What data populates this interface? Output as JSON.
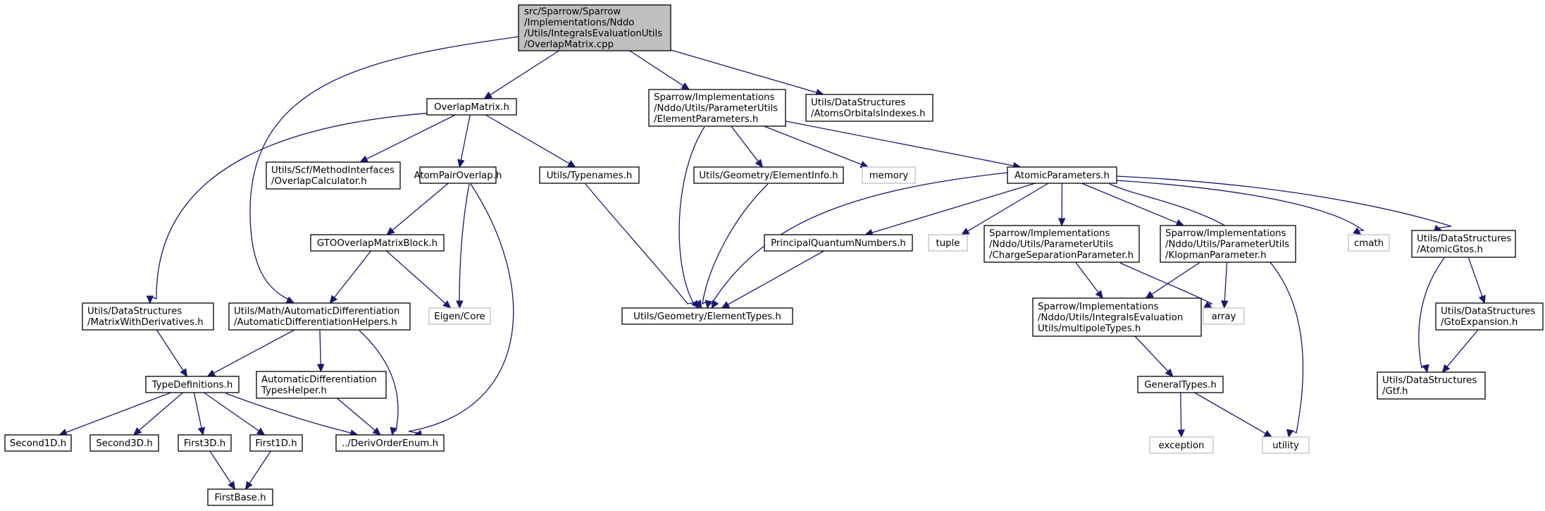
{
  "graph": {
    "colors": {
      "edge": "#191970",
      "root_fill": "#bfbfbf",
      "node_fill": "#ffffff",
      "node_border": "#000000",
      "system_border": "#bfbfbf"
    },
    "nodes": [
      {
        "id": "root",
        "kind": "root",
        "lines": [
          "src/Sparrow/Sparrow",
          "/Implementations/Nddo",
          "/Utils/IntegralsEvaluationUtils",
          "/OverlapMatrix.cpp"
        ]
      },
      {
        "id": "overlapmatrix_h",
        "kind": "normal",
        "lines": [
          "OverlapMatrix.h"
        ]
      },
      {
        "id": "elementparameters_h",
        "kind": "normal",
        "lines": [
          "Sparrow/Implementations",
          "/Nddo/Utils/ParameterUtils",
          "/ElementParameters.h"
        ]
      },
      {
        "id": "atomsorbitalsindexes_h",
        "kind": "normal",
        "lines": [
          "Utils/DataStructures",
          "/AtomsOrbitalsIndexes.h"
        ]
      },
      {
        "id": "overlapcalculator_h",
        "kind": "normal",
        "lines": [
          "Utils/Scf/MethodInterfaces",
          "/OverlapCalculator.h"
        ]
      },
      {
        "id": "atompairoverlap_h",
        "kind": "normal",
        "lines": [
          "AtomPairOverlap.h"
        ]
      },
      {
        "id": "utils_typenames_h",
        "kind": "normal",
        "lines": [
          "Utils/Typenames.h"
        ]
      },
      {
        "id": "elementinfo_h",
        "kind": "normal",
        "lines": [
          "Utils/Geometry/ElementInfo.h"
        ]
      },
      {
        "id": "memory",
        "kind": "system",
        "lines": [
          "memory"
        ]
      },
      {
        "id": "atomicparameters_h",
        "kind": "normal",
        "lines": [
          "AtomicParameters.h"
        ]
      },
      {
        "id": "gtooverlapmatrixblock_h",
        "kind": "normal",
        "lines": [
          "GTOOverlapMatrixBlock.h"
        ]
      },
      {
        "id": "principalquantumnumbers_h",
        "kind": "normal",
        "lines": [
          "PrincipalQuantumNumbers.h"
        ]
      },
      {
        "id": "tuple",
        "kind": "system",
        "lines": [
          "tuple"
        ]
      },
      {
        "id": "chargeseparationparameter_h",
        "kind": "normal",
        "lines": [
          "Sparrow/Implementations",
          "/Nddo/Utils/ParameterUtils",
          "/ChargeSeparationParameter.h"
        ]
      },
      {
        "id": "klopmanparameter_h",
        "kind": "normal",
        "lines": [
          "Sparrow/Implementations",
          "/Nddo/Utils/ParameterUtils",
          "/KlopmanParameter.h"
        ]
      },
      {
        "id": "cmath",
        "kind": "system",
        "lines": [
          "cmath"
        ]
      },
      {
        "id": "atomicgtos_h",
        "kind": "normal",
        "lines": [
          "Utils/DataStructures",
          "/AtomicGtos.h"
        ]
      },
      {
        "id": "matrixwithderivatives_h",
        "kind": "normal",
        "lines": [
          "Utils/DataStructures",
          "/MatrixWithDerivatives.h"
        ]
      },
      {
        "id": "autodiffhelpers_h",
        "kind": "normal",
        "lines": [
          "Utils/Math/AutomaticDifferentiation",
          "/AutomaticDifferentiationHelpers.h"
        ]
      },
      {
        "id": "eigen_core",
        "kind": "system",
        "lines": [
          "Eigen/Core"
        ]
      },
      {
        "id": "elementtypes_h",
        "kind": "normal",
        "lines": [
          "Utils/Geometry/ElementTypes.h"
        ]
      },
      {
        "id": "multipoletypes_h",
        "kind": "normal",
        "lines": [
          "Sparrow/Implementations",
          "/Nddo/Utils/IntegralsEvaluation",
          "Utils/multipoleTypes.h"
        ]
      },
      {
        "id": "array",
        "kind": "system",
        "lines": [
          "array"
        ]
      },
      {
        "id": "gtoexpansion_h",
        "kind": "normal",
        "lines": [
          "Utils/DataStructures",
          "/GtoExpansion.h"
        ]
      },
      {
        "id": "typedefinitions_h",
        "kind": "normal",
        "lines": [
          "TypeDefinitions.h"
        ]
      },
      {
        "id": "autodifftypeshelper_h",
        "kind": "normal",
        "lines": [
          "AutomaticDifferentiation",
          "TypesHelper.h"
        ]
      },
      {
        "id": "generaltypes_h",
        "kind": "normal",
        "lines": [
          "GeneralTypes.h"
        ]
      },
      {
        "id": "gtf_h",
        "kind": "normal",
        "lines": [
          "Utils/DataStructures",
          "/Gtf.h"
        ]
      },
      {
        "id": "second1d_h",
        "kind": "normal",
        "lines": [
          "Second1D.h"
        ]
      },
      {
        "id": "second3d_h",
        "kind": "normal",
        "lines": [
          "Second3D.h"
        ]
      },
      {
        "id": "first3d_h",
        "kind": "normal",
        "lines": [
          "First3D.h"
        ]
      },
      {
        "id": "first1d_h",
        "kind": "normal",
        "lines": [
          "First1D.h"
        ]
      },
      {
        "id": "derivorderenum_h",
        "kind": "normal",
        "lines": [
          "../DerivOrderEnum.h"
        ]
      },
      {
        "id": "exception",
        "kind": "system",
        "lines": [
          "exception"
        ]
      },
      {
        "id": "utility",
        "kind": "system",
        "lines": [
          "utility"
        ]
      },
      {
        "id": "firstbase_h",
        "kind": "normal",
        "lines": [
          "FirstBase.h"
        ]
      }
    ],
    "edges": [
      [
        "root",
        "overlapmatrix_h"
      ],
      [
        "root",
        "elementparameters_h"
      ],
      [
        "root",
        "atomsorbitalsindexes_h"
      ],
      [
        "root",
        "autodiffhelpers_h"
      ],
      [
        "overlapmatrix_h",
        "matrixwithderivatives_h"
      ],
      [
        "overlapmatrix_h",
        "overlapcalculator_h"
      ],
      [
        "overlapmatrix_h",
        "atompairoverlap_h"
      ],
      [
        "overlapmatrix_h",
        "utils_typenames_h"
      ],
      [
        "atompairoverlap_h",
        "gtooverlapmatrixblock_h"
      ],
      [
        "atompairoverlap_h",
        "eigen_core"
      ],
      [
        "atompairoverlap_h",
        "derivorderenum_h"
      ],
      [
        "gtooverlapmatrixblock_h",
        "autodiffhelpers_h"
      ],
      [
        "gtooverlapmatrixblock_h",
        "eigen_core"
      ],
      [
        "utils_typenames_h",
        "elementtypes_h"
      ],
      [
        "elementparameters_h",
        "elementtypes_h"
      ],
      [
        "elementparameters_h",
        "elementinfo_h"
      ],
      [
        "elementparameters_h",
        "memory"
      ],
      [
        "elementparameters_h",
        "atomicparameters_h"
      ],
      [
        "elementinfo_h",
        "elementtypes_h"
      ],
      [
        "atomicparameters_h",
        "elementtypes_h"
      ],
      [
        "atomicparameters_h",
        "principalquantumnumbers_h"
      ],
      [
        "atomicparameters_h",
        "tuple"
      ],
      [
        "atomicparameters_h",
        "chargeseparationparameter_h"
      ],
      [
        "atomicparameters_h",
        "klopmanparameter_h"
      ],
      [
        "atomicparameters_h",
        "utility"
      ],
      [
        "atomicparameters_h",
        "cmath"
      ],
      [
        "atomicparameters_h",
        "atomicgtos_h"
      ],
      [
        "principalquantumnumbers_h",
        "elementtypes_h"
      ],
      [
        "chargeseparationparameter_h",
        "multipoletypes_h"
      ],
      [
        "chargeseparationparameter_h",
        "array"
      ],
      [
        "klopmanparameter_h",
        "multipoletypes_h"
      ],
      [
        "klopmanparameter_h",
        "array"
      ],
      [
        "multipoletypes_h",
        "generaltypes_h"
      ],
      [
        "generaltypes_h",
        "exception"
      ],
      [
        "generaltypes_h",
        "utility"
      ],
      [
        "atomicgtos_h",
        "gtf_h"
      ],
      [
        "atomicgtos_h",
        "gtoexpansion_h"
      ],
      [
        "gtoexpansion_h",
        "gtf_h"
      ],
      [
        "matrixwithderivatives_h",
        "typedefinitions_h"
      ],
      [
        "autodiffhelpers_h",
        "typedefinitions_h"
      ],
      [
        "autodiffhelpers_h",
        "autodifftypeshelper_h"
      ],
      [
        "autodiffhelpers_h",
        "derivorderenum_h"
      ],
      [
        "autodifftypeshelper_h",
        "derivorderenum_h"
      ],
      [
        "typedefinitions_h",
        "second1d_h"
      ],
      [
        "typedefinitions_h",
        "second3d_h"
      ],
      [
        "typedefinitions_h",
        "first3d_h"
      ],
      [
        "typedefinitions_h",
        "first1d_h"
      ],
      [
        "typedefinitions_h",
        "derivorderenum_h"
      ],
      [
        "first3d_h",
        "firstbase_h"
      ],
      [
        "first1d_h",
        "firstbase_h"
      ]
    ]
  }
}
